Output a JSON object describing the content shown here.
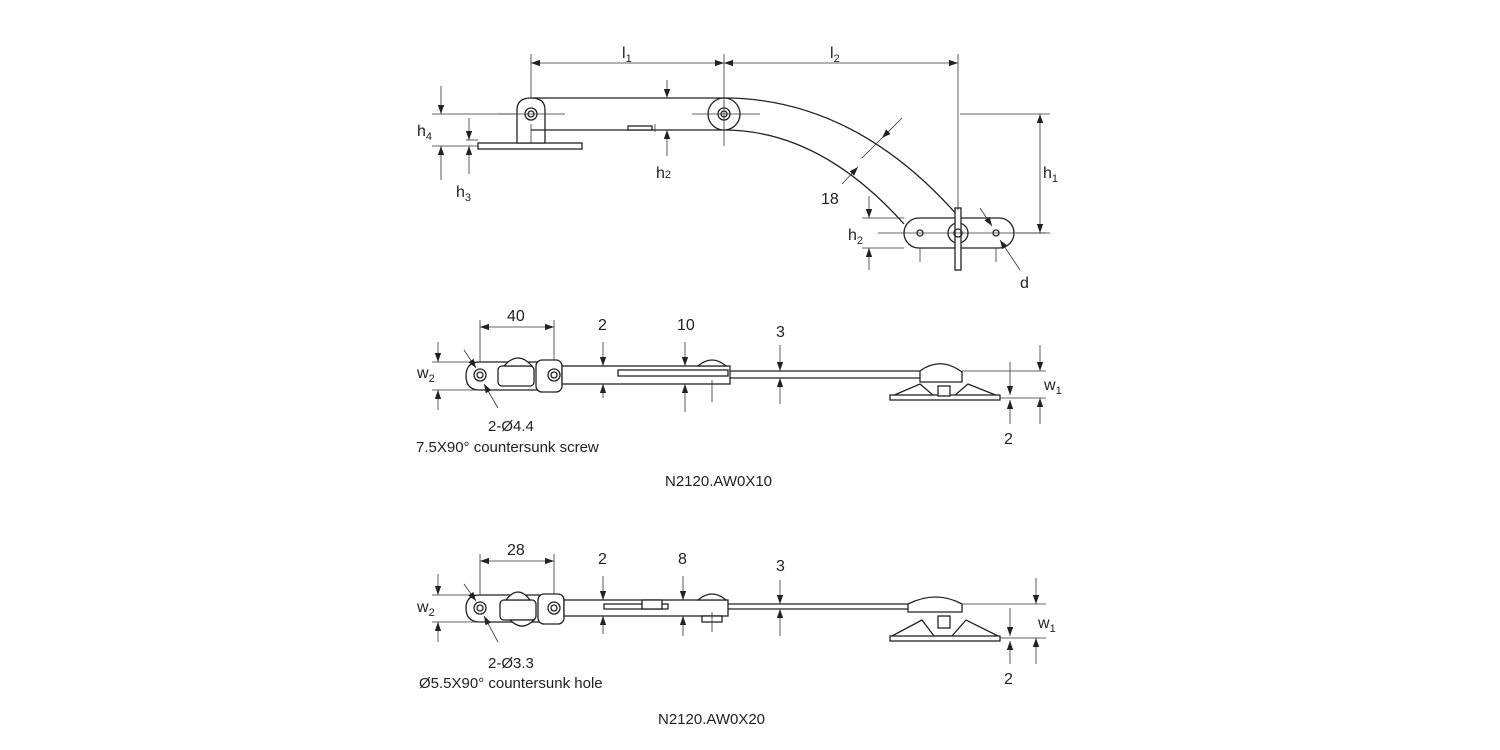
{
  "colors": {
    "line": "#222222",
    "background": "#ffffff"
  },
  "top_view": {
    "l1": "l",
    "l1_sub": "1",
    "l2": "l",
    "l2_sub": "2",
    "h4": "h",
    "h4_sub": "4",
    "h3": "h",
    "h3_sub": "3",
    "h2_center": "h",
    "h2_center_sub": "2",
    "h1": "h",
    "h1_sub": "1",
    "radius": "18",
    "h2_right": "h",
    "h2_right_sub": "2",
    "d": "d"
  },
  "variant_10": {
    "dim_40": "40",
    "dim_2": "2",
    "dim_10": "10",
    "dim_3": "3",
    "w2": "w",
    "w2_sub": "2",
    "w1": "w",
    "w1_sub": "1",
    "dim_2_bottom": "2",
    "hole_note": "2-Ø4.4",
    "screw_note": "7.5X90° countersunk screw",
    "part_number": "N2120.AW0X10"
  },
  "variant_20": {
    "dim_28": "28",
    "dim_2": "2",
    "dim_8": "8",
    "dim_3": "3",
    "w2": "w",
    "w2_sub": "2",
    "w1": "w",
    "w1_sub": "1",
    "dim_2_bottom": "2",
    "hole_note": "2-Ø3.3",
    "hole_note_2": "Ø5.5X90° countersunk hole",
    "part_number": "N2120.AW0X20"
  }
}
